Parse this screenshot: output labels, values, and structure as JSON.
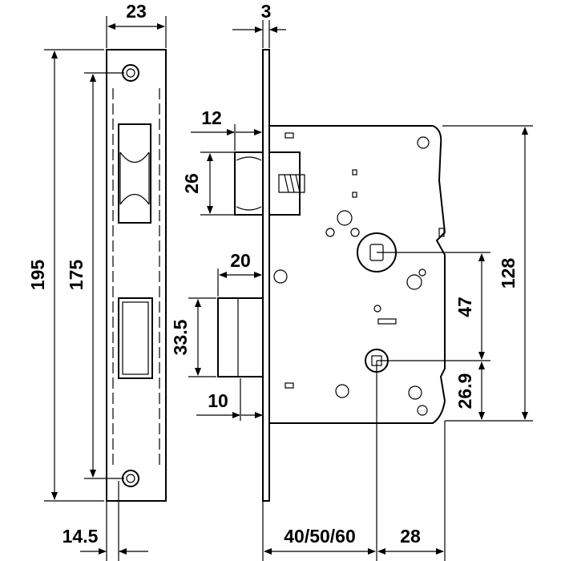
{
  "title": "Mortise lock dimension drawing",
  "dimensions": {
    "faceplate_width": "23",
    "forend_thickness": "3",
    "faceplate_height": "195",
    "screw_hole_spacing": "175",
    "latch_projection": "12",
    "latch_height": "26",
    "bolt_throw": "20",
    "bolt_height": "33.5",
    "bolt_projection": "10",
    "case_height": "128",
    "center_distance": "47",
    "cylinder_to_bottom": "26.9",
    "faceplate_offset": "14.5",
    "backset": "40/50/60",
    "cylinder_to_back": "28"
  },
  "colors": {
    "line": "#000000",
    "background": "#ffffff"
  }
}
